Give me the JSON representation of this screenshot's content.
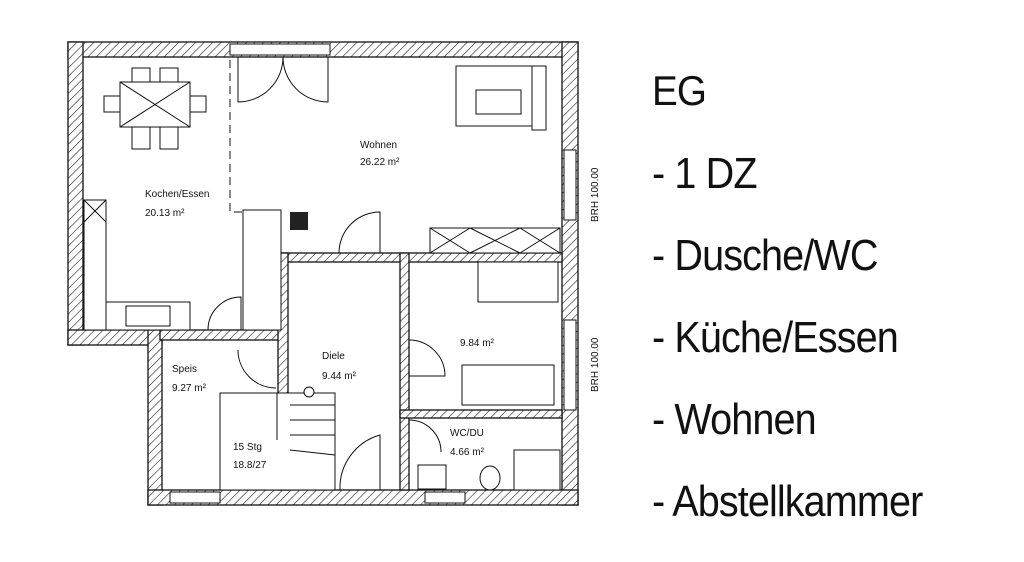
{
  "plan": {
    "rooms": {
      "wohnen": {
        "name": "Wohnen",
        "area": "26.22 m²"
      },
      "kochen": {
        "name": "Kochen/Essen",
        "area": "20.13 m²"
      },
      "zimmer": {
        "name": "",
        "area": "9.84 m²"
      },
      "diele": {
        "name": "Diele",
        "area": "9.44 m²"
      },
      "speis": {
        "name": "Speis",
        "area": "9.27 m²"
      },
      "wcdu": {
        "name": "WC/DU",
        "area": "4.66 m²"
      }
    },
    "stair": {
      "steps": "15 Stg",
      "dim": "18.8/27"
    },
    "brh": [
      "BRH 100.00",
      "BRH 100.00"
    ]
  },
  "legend": {
    "title": "EG",
    "items": [
      "- 1 DZ",
      "- Dusche/WC",
      "- Küche/Essen",
      "- Wohnen",
      "- Abstellkammer"
    ]
  }
}
